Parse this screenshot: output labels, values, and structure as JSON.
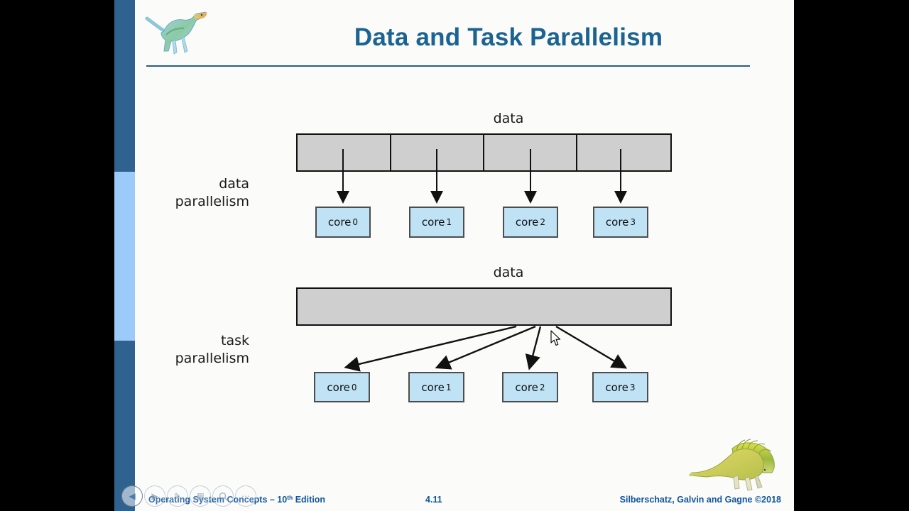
{
  "slide": {
    "title": "Data and Task Parallelism",
    "accent_color": "#1b6392",
    "sidebar_dark": "#30628f",
    "sidebar_light": "#9ccaf9",
    "background": "#fbfbf9"
  },
  "figure": {
    "data_section": {
      "bar_label": "data",
      "side_label_line1": "data",
      "side_label_line2": "parallelism",
      "segments": 4,
      "bar_color": "#cfcfcf",
      "cores": [
        {
          "label": "core",
          "index": "0"
        },
        {
          "label": "core",
          "index": "1"
        },
        {
          "label": "core",
          "index": "2"
        },
        {
          "label": "core",
          "index": "3"
        }
      ]
    },
    "task_section": {
      "bar_label": "data",
      "side_label_line1": "task",
      "side_label_line2": "parallelism",
      "segments": 1,
      "bar_color": "#cfcfcf",
      "cores": [
        {
          "label": "core",
          "index": "0"
        },
        {
          "label": "core",
          "index": "1"
        },
        {
          "label": "core",
          "index": "2"
        },
        {
          "label": "core",
          "index": "3"
        }
      ]
    },
    "core_box_color": "#bfe2f5"
  },
  "footer": {
    "left_pre": "Operating System Concepts – 10",
    "left_sup": "th",
    "left_post": " Edition",
    "slide_number": "4.11",
    "right": "Silberschatz, Galvin and Gagne ©2018",
    "text_color": "#12559c"
  },
  "player": {
    "buttons": [
      {
        "name": "back-icon",
        "glyph": "◀"
      },
      {
        "name": "play-icon",
        "glyph": "▶"
      },
      {
        "name": "pen-icon",
        "glyph": "✎"
      },
      {
        "name": "grid-icon",
        "glyph": "▦"
      },
      {
        "name": "magnifier-icon",
        "glyph": "🔍"
      },
      {
        "name": "more-icon",
        "glyph": "⋯"
      }
    ]
  }
}
